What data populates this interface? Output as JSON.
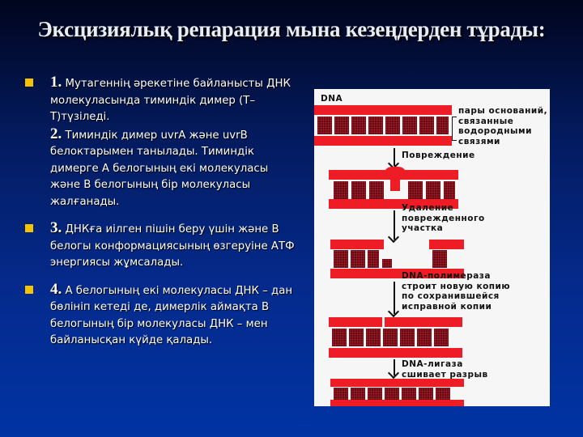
{
  "slide": {
    "title": "Эксцизиялық репарация  мына кезеңдерден тұрады:",
    "bullets": [
      {
        "steps": [
          {
            "num": "1.",
            "text": "Мутагеннің әрекетіне байланысты ДНК молекуласында тиминдік димер (Т–Т)түзіледі."
          },
          {
            "num": "2.",
            "text": "Тиминдік димер uvrA және uvrB белоктарымен танылады. Тиминдік димерге А белогының екі молекуласы және В белогының бір молекуласы жалғанады."
          }
        ]
      },
      {
        "steps": [
          {
            "num": "3.",
            "text": "ДНКға иілген пішін беру үшін және В белогы конформациясының өзгеруіне АТФ энергиясы жұмсалады."
          }
        ]
      },
      {
        "steps": [
          {
            "num": "4.",
            "text": "А белогының екі молекуласы ДНК – дан бөлініп кетеді де, димерлік аймақта В белогының бір молекуласы ДНК – мен байланысқан күйде қалады."
          }
        ]
      }
    ],
    "colors": {
      "bullet": "#f5c400",
      "strand": "#ee1c24",
      "base": "#6a0b12",
      "text": "#ffffff",
      "figure_bg": "#f6f6f6"
    }
  },
  "figure": {
    "dna_label": "DNA",
    "base_pairs_label": "пары оснований,\nсвязанные\nводородными\nсвязями",
    "step_damage": "Повреждение",
    "step_removal": "Удаление\nповрежденного\nучастка",
    "step_polymerase": "DNA-полимераза\nстроит новую копию\nпо сохранившейся\nисправной копии",
    "step_ligase": "DNA-лигаза\nсшивает разрыв"
  }
}
